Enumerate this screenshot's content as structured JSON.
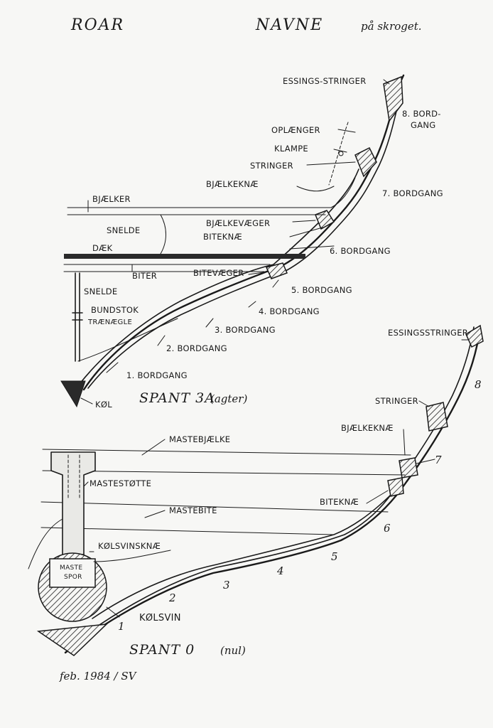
{
  "header": {
    "left": "ROAR",
    "right_main": "NAVNE",
    "right_small": "på skroget."
  },
  "upper": {
    "caption_main": "SPANT 3A",
    "caption_paren": "(agter)",
    "labels": {
      "essings_stringer": "ESSINGS-STRINGER",
      "bord8_a": "8. BORD-",
      "bord8_b": "GANG",
      "oplaenger": "OPLÆNGER",
      "klampe": "KLAMPE",
      "stringer": "STRINGER",
      "bjaelkeknae": "BJÆLKEKNÆ",
      "bord7": "7. BORDGANG",
      "bjaelker": "BJÆLKER",
      "snelde1": "SNELDE",
      "bjaelkevaeger": "BJÆLKEVÆGER",
      "biteknae": "BITEKNÆ",
      "daek": "DÆK",
      "bord6": "6. BORDGANG",
      "biter": "BITER",
      "bitevaeger": "BITEVÆGER",
      "snelde2": "SNELDE",
      "bord5": "5. BORDGANG",
      "bundstok": "BUNDSTOK",
      "traenaegle": "TRÆNÆGLE",
      "bord4": "4. BORDGANG",
      "bord3": "3. BORDGANG",
      "bord2": "2. BORDGANG",
      "bord1": "1. BORDGANG",
      "kol": "KØL"
    }
  },
  "lower": {
    "caption_main": "SPANT 0",
    "caption_paren": "(nul)",
    "labels": {
      "essingsstringer": "ESSINGSSTRINGER",
      "num8": "8",
      "stringer": "STRINGER",
      "bjaelkeknae": "BJÆLKEKNÆ",
      "mastebjaelke": "MASTEBJÆLKE",
      "num7": "7",
      "mastestotte": "MASTESTØTTE",
      "mastebite": "MASTEBITE",
      "biteknae": "BITEKNÆ",
      "num6": "6",
      "kolsvinsknae": "KØLSVINSKNÆ",
      "num5": "5",
      "maste_spor_a": "MASTE",
      "maste_spor_b": "SPOR",
      "num4": "4",
      "num3": "3",
      "num2": "2",
      "kolsvin": "KØLSVIN",
      "num1": "1"
    }
  },
  "signature": "feb. 1984 / SV"
}
